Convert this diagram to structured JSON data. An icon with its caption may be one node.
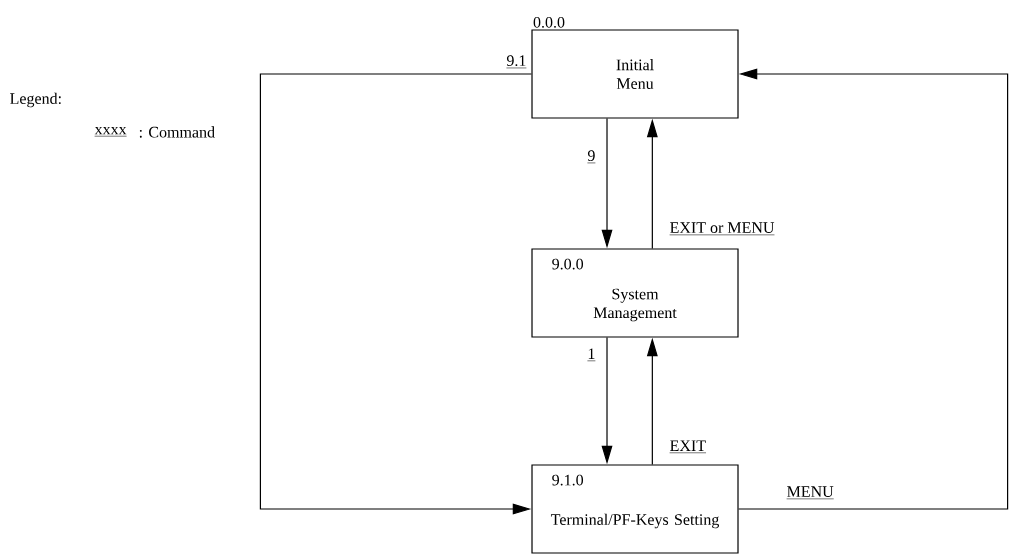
{
  "diagram": {
    "nodes": [
      {
        "text": [
          "0.0.0",
          "Initial Menu"
        ]
      },
      {
        "text": [
          "9.0.0",
          "System Management"
        ]
      },
      {
        "text": [
          "9.1.0",
          "Terminal/PF-Keys Setting"
        ]
      }
    ],
    "edges": [
      {
        "from": 0,
        "to": 1,
        "arrow": "to",
        "label": "9"
      },
      {
        "from": 1,
        "to": 0,
        "arrow": "to",
        "label": "EXIT or MENU"
      },
      {
        "from": 1,
        "to": 2,
        "arrow": "to",
        "label": "1"
      },
      {
        "from": 2,
        "to": 1,
        "arrow": "to",
        "label": "EXIT"
      },
      {
        "from": 0,
        "to": 2,
        "arrow": "to",
        "label": "9.1"
      },
      {
        "from": 2,
        "to": 0,
        "arrow": "to",
        "label": "MENU"
      }
    ],
    "labels": [
      "Legend:",
      "xxxx",
      ": Command"
    ]
  }
}
